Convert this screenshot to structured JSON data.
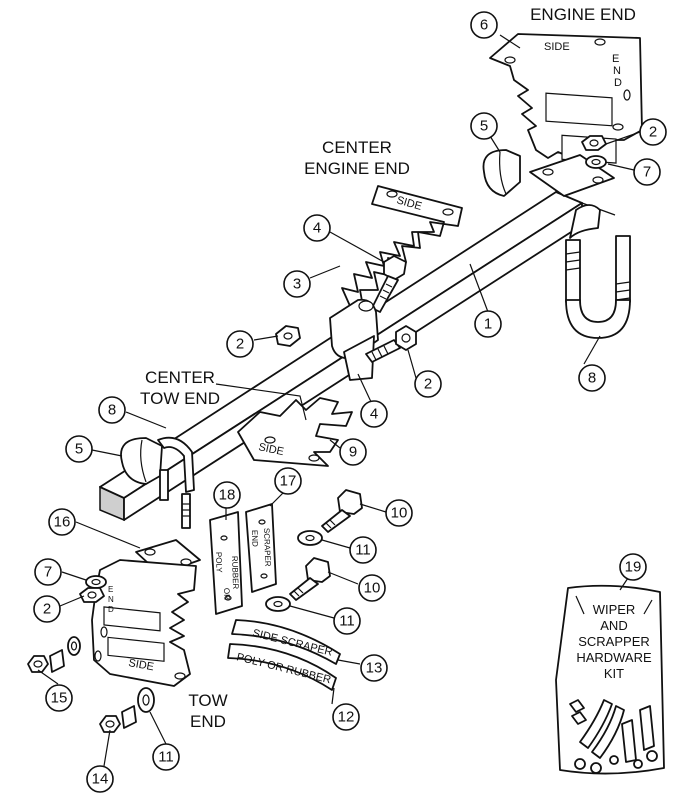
{
  "headings": {
    "engine_end": "ENGINE END",
    "center_engine_end_1": "CENTER",
    "center_engine_end_2": "ENGINE END",
    "center_tow_end_1": "CENTER",
    "center_tow_end_2": "TOW END",
    "tow_end_1": "TOW",
    "tow_end_2": "END"
  },
  "stamps": {
    "side": "SIDE",
    "end_letters": [
      "E",
      "N",
      "D"
    ],
    "side_scraper": "SIDE SCRAPER",
    "poly_or_rubber": "POLY OR RUBBER",
    "end": "END",
    "scraper": "SCRAPER",
    "poly": "POLY",
    "or": "OR",
    "rubber": "RUBBER"
  },
  "kit": {
    "lines": [
      "WIPER",
      "AND",
      "SCRAPPER",
      "HARDWARE",
      "KIT"
    ]
  },
  "callouts": [
    "1",
    "2",
    "3",
    "4",
    "5",
    "6",
    "7",
    "8",
    "9",
    "10",
    "11",
    "12",
    "13",
    "14",
    "15",
    "16",
    "17",
    "18",
    "19"
  ]
}
